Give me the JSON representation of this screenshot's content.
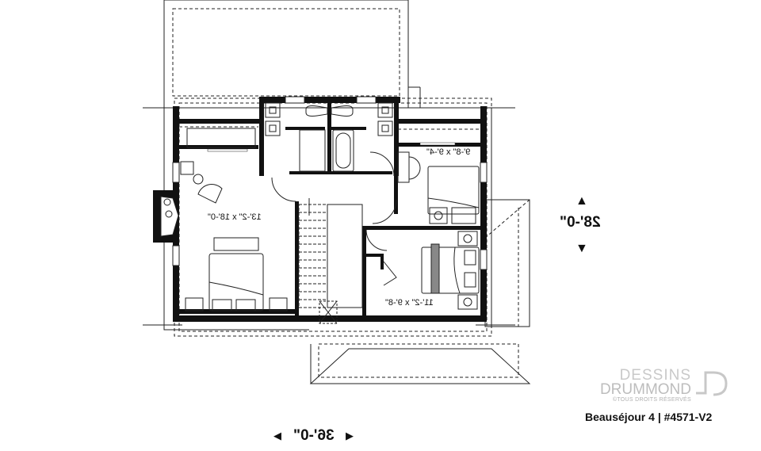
{
  "plan": {
    "title": "Beauséjour 4 | #4571-V2",
    "orientation": "mirrored",
    "overall_width": "36'-0\"",
    "overall_depth": "28'-0\"",
    "rooms": [
      {
        "name": "master-bedroom",
        "size": "13'-2\" x 18'-0\""
      },
      {
        "name": "bedroom-2",
        "size": "9'-8\" x 9'-4\""
      },
      {
        "name": "bedroom-3",
        "size": "11'-2\" x 9'-8\""
      }
    ]
  },
  "logo": {
    "line1": "DESSINS",
    "line2": "DRUMMOND",
    "line3": "©TOUS DROITS RÉSERVÉS"
  },
  "colors": {
    "wall": "#111111",
    "line": "#222222",
    "logo": "#c8c8c8"
  }
}
